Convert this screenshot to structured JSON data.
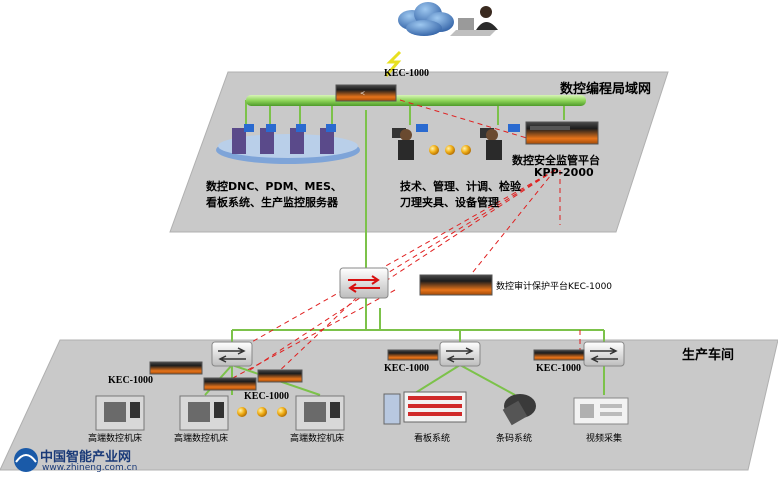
{
  "network": {
    "cloud_icon": "internet-cloud-icon",
    "hacker_icon": "hacker-icon",
    "wireless_icon": "lightning-link-icon"
  },
  "top_zone": {
    "title": "数控编程局域网",
    "gateway_label": "KEC-1000",
    "servers_caption_line1": "数控DNC、PDM、MES、",
    "servers_caption_line2": "看板系统、生产监控服务器",
    "staff_caption_line1": "技术、管理、计调、检验",
    "staff_caption_line2": "刀理夹具、设备管理",
    "platform_label_line1": "数控安全监管平台",
    "platform_label_line2": "KPP-2000"
  },
  "core": {
    "audit_label": "数控审计保护平台KEC-1000"
  },
  "bottom_zone": {
    "title": "生产车间",
    "kec_left": "KEC-1000",
    "kec_center": "KEC-1000",
    "kec_mid": "KEC-1000",
    "kec_right": "KEC-1000",
    "machine1": "高端数控机床",
    "machine2": "高端数控机床",
    "machine3": "高端数控机床",
    "kanban": "看板系统",
    "barcode": "条码系统",
    "video": "视频采集"
  },
  "watermark": {
    "title": "中国智能产业网",
    "url": "www.zhineng.com.cn"
  },
  "colors": {
    "zone_fill": "#c8c8c8",
    "backbone": "#8fd65a",
    "link_green": "#7cc24a",
    "alert_red": "#e02020",
    "device_orange": "#f08a1c"
  }
}
